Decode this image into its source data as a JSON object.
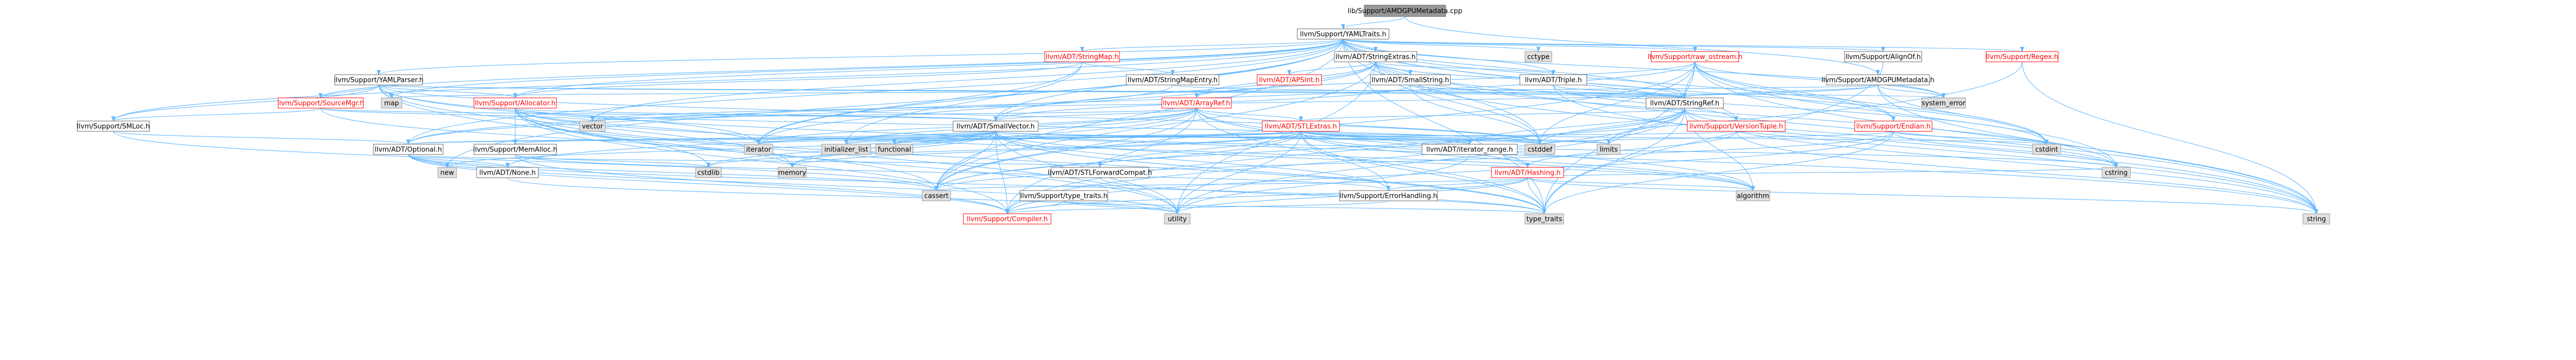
{
  "colors": {
    "edge": "#63b8ff",
    "root_fill": "#999999",
    "node_fill": "#ffffff",
    "node_border": "#666666",
    "sys_fill": "#e0e0e0",
    "sys_border": "#999999",
    "red_text": "#ff0000",
    "text": "#000000"
  },
  "nodes": [
    {
      "id": "root",
      "label": "lib/Support/AMDGPUMetadata.cpp",
      "style": "root"
    },
    {
      "id": "yamltraits",
      "label": "llvm/Support/YAMLTraits.h",
      "style": "normal"
    },
    {
      "id": "stringmap",
      "label": "llvm/ADT/StringMap.h",
      "style": "red"
    },
    {
      "id": "stringextras",
      "label": "llvm/ADT/StringExtras.h",
      "style": "normal"
    },
    {
      "id": "cctype",
      "label": "cctype",
      "style": "sys"
    },
    {
      "id": "raw_ostream",
      "label": "llvm/Support/raw_ostream.h",
      "style": "red"
    },
    {
      "id": "alignof",
      "label": "llvm/Support/AlignOf.h",
      "style": "normal"
    },
    {
      "id": "regex",
      "label": "llvm/Support/Regex.h",
      "style": "red"
    },
    {
      "id": "yamlparser",
      "label": "llvm/Support/YAMLParser.h",
      "style": "normal"
    },
    {
      "id": "stringmapentry",
      "label": "llvm/ADT/StringMapEntry.h",
      "style": "normal"
    },
    {
      "id": "apsint",
      "label": "llvm/ADT/APSInt.h",
      "style": "red"
    },
    {
      "id": "smallstring",
      "label": "llvm/ADT/SmallString.h",
      "style": "normal"
    },
    {
      "id": "triple",
      "label": "llvm/ADT/Triple.h",
      "style": "normal"
    },
    {
      "id": "amdgpumeta",
      "label": "llvm/Support/AMDGPUMetadata.h",
      "style": "normal"
    },
    {
      "id": "sourcemgr",
      "label": "llvm/Support/SourceMgr.h",
      "style": "red"
    },
    {
      "id": "map",
      "label": "map",
      "style": "sys"
    },
    {
      "id": "allocator",
      "label": "llvm/Support/Allocator.h",
      "style": "red"
    },
    {
      "id": "arrayref",
      "label": "llvm/ADT/ArrayRef.h",
      "style": "red"
    },
    {
      "id": "stringref",
      "label": "llvm/ADT/StringRef.h",
      "style": "normal"
    },
    {
      "id": "system_error",
      "label": "system_error",
      "style": "sys"
    },
    {
      "id": "smloc",
      "label": "llvm/Support/SMLoc.h",
      "style": "normal"
    },
    {
      "id": "vector",
      "label": "vector",
      "style": "sys"
    },
    {
      "id": "smallvector",
      "label": "llvm/ADT/SmallVector.h",
      "style": "normal"
    },
    {
      "id": "stlextras",
      "label": "llvm/ADT/STLExtras.h",
      "style": "red"
    },
    {
      "id": "endian",
      "label": "llvm/Support/Endian.h",
      "style": "red"
    },
    {
      "id": "versiontuple",
      "label": "llvm/Support/VersionTuple.h",
      "style": "red"
    },
    {
      "id": "iterator",
      "label": "iterator",
      "style": "sys"
    },
    {
      "id": "optional",
      "label": "llvm/ADT/Optional.h",
      "style": "normal"
    },
    {
      "id": "memalloc",
      "label": "llvm/Support/MemAlloc.h",
      "style": "normal"
    },
    {
      "id": "initializer_list",
      "label": "initializer_list",
      "style": "sys"
    },
    {
      "id": "functional",
      "label": "functional",
      "style": "sys"
    },
    {
      "id": "cstddef",
      "label": "cstddef",
      "style": "sys"
    },
    {
      "id": "iterator_range",
      "label": "llvm/ADT/iterator_range.h",
      "style": "normal"
    },
    {
      "id": "limits",
      "label": "limits",
      "style": "sys"
    },
    {
      "id": "cstdint",
      "label": "cstdint",
      "style": "sys"
    },
    {
      "id": "new",
      "label": "new",
      "style": "sys"
    },
    {
      "id": "none",
      "label": "llvm/ADT/None.h",
      "style": "normal"
    },
    {
      "id": "cstdlib",
      "label": "cstdlib",
      "style": "sys"
    },
    {
      "id": "memory",
      "label": "memory",
      "style": "sys"
    },
    {
      "id": "stlforward",
      "label": "llvm/ADT/STLForwardCompat.h",
      "style": "normal"
    },
    {
      "id": "hashing",
      "label": "llvm/ADT/Hashing.h",
      "style": "red"
    },
    {
      "id": "cstring",
      "label": "cstring",
      "style": "sys"
    },
    {
      "id": "cassert",
      "label": "cassert",
      "style": "sys"
    },
    {
      "id": "typetraits",
      "label": "llvm/Support/type_traits.h",
      "style": "normal"
    },
    {
      "id": "errorhandling",
      "label": "llvm/Support/ErrorHandling.h",
      "style": "normal"
    },
    {
      "id": "algorithm",
      "label": "algorithm",
      "style": "sys"
    },
    {
      "id": "compiler",
      "label": "llvm/Support/Compiler.h",
      "style": "red"
    },
    {
      "id": "utility",
      "label": "utility",
      "style": "sys"
    },
    {
      "id": "type_traits",
      "label": "type_traits",
      "style": "sys"
    },
    {
      "id": "string",
      "label": "string",
      "style": "sys"
    }
  ]
}
